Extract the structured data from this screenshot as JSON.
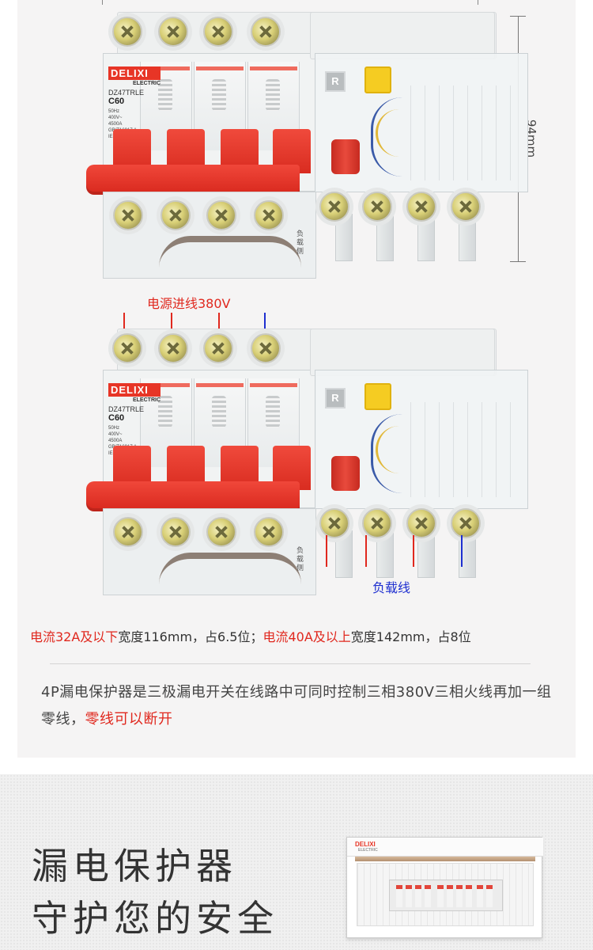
{
  "dimension": {
    "height_label": "94mm"
  },
  "breaker": {
    "brand": "DELIXI",
    "brand_sub": "ELECTRIC",
    "model": "DZ47TRLE",
    "rating": "C60",
    "spec_lines": [
      "50Hz",
      "400V~",
      "4500A",
      "GB/T16917.1",
      "IEC61009-1"
    ],
    "test_button": "R",
    "side_text": "负载侧"
  },
  "annotations": {
    "source_label": "电源进线380V",
    "load_label": "负载线",
    "line_colors": {
      "phase": "#e0281e",
      "neutral": "#1e2fd0"
    }
  },
  "note": {
    "part1_red": "电流32A及以下",
    "part2": "宽度116mm，占6.5位；",
    "part3_red": "电流40A及以上",
    "part4": "宽度142mm，占8位"
  },
  "description": {
    "text1": "4P漏电保护器是三极漏电开关在线路中可同时控制三相380V三相火线再加一组零线，",
    "text2_red": "零线可以断开"
  },
  "banner": {
    "line1": "漏电保护器",
    "line2": "守护您的安全",
    "box_brand": "DELIXI",
    "box_brand_sub": "ELECTRIC"
  }
}
